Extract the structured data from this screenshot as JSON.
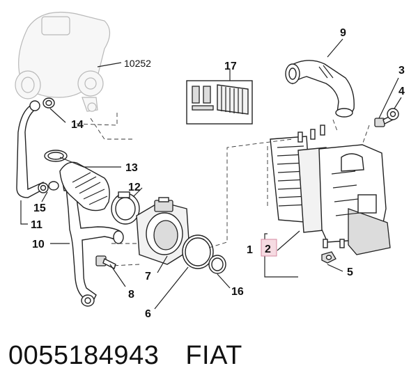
{
  "diagram": {
    "callouts": {
      "c10252": "10252",
      "c14": "14",
      "c13": "13",
      "c12": "12",
      "c15": "15",
      "c11": "11",
      "c10": "10",
      "c7": "7",
      "c8": "8",
      "c6": "6",
      "c16": "16",
      "c17": "17",
      "c9": "9",
      "c3": "3",
      "c4": "4",
      "c1": "1",
      "c2": "2",
      "c5": "5"
    },
    "highlight_color": "#f6dbe2"
  },
  "footer": {
    "part_number": "0055184943",
    "brand": "FIAT"
  }
}
